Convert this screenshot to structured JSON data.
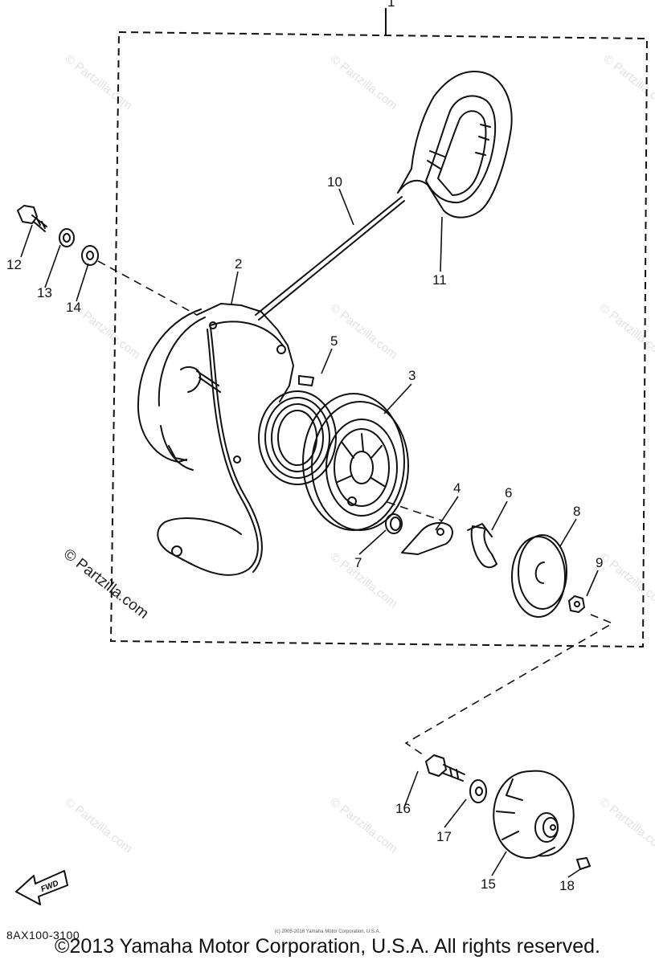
{
  "assembly_number": "1",
  "callouts": [
    "2",
    "3",
    "4",
    "5",
    "6",
    "7",
    "8",
    "9",
    "10",
    "11",
    "12",
    "13",
    "14",
    "15",
    "16",
    "17",
    "18"
  ],
  "watermark": {
    "brand": "© Partzilla.com",
    "tile": "© Partzilla.com"
  },
  "direction_badge": "FWD",
  "diagram_code": "8AX100-3100",
  "small_copyright": "(c) 2005-2016 Yamaha Motor Corporation, U.S.A.",
  "copyright": "©2013 Yamaha Motor Corporation, U.S.A. All rights reserved."
}
